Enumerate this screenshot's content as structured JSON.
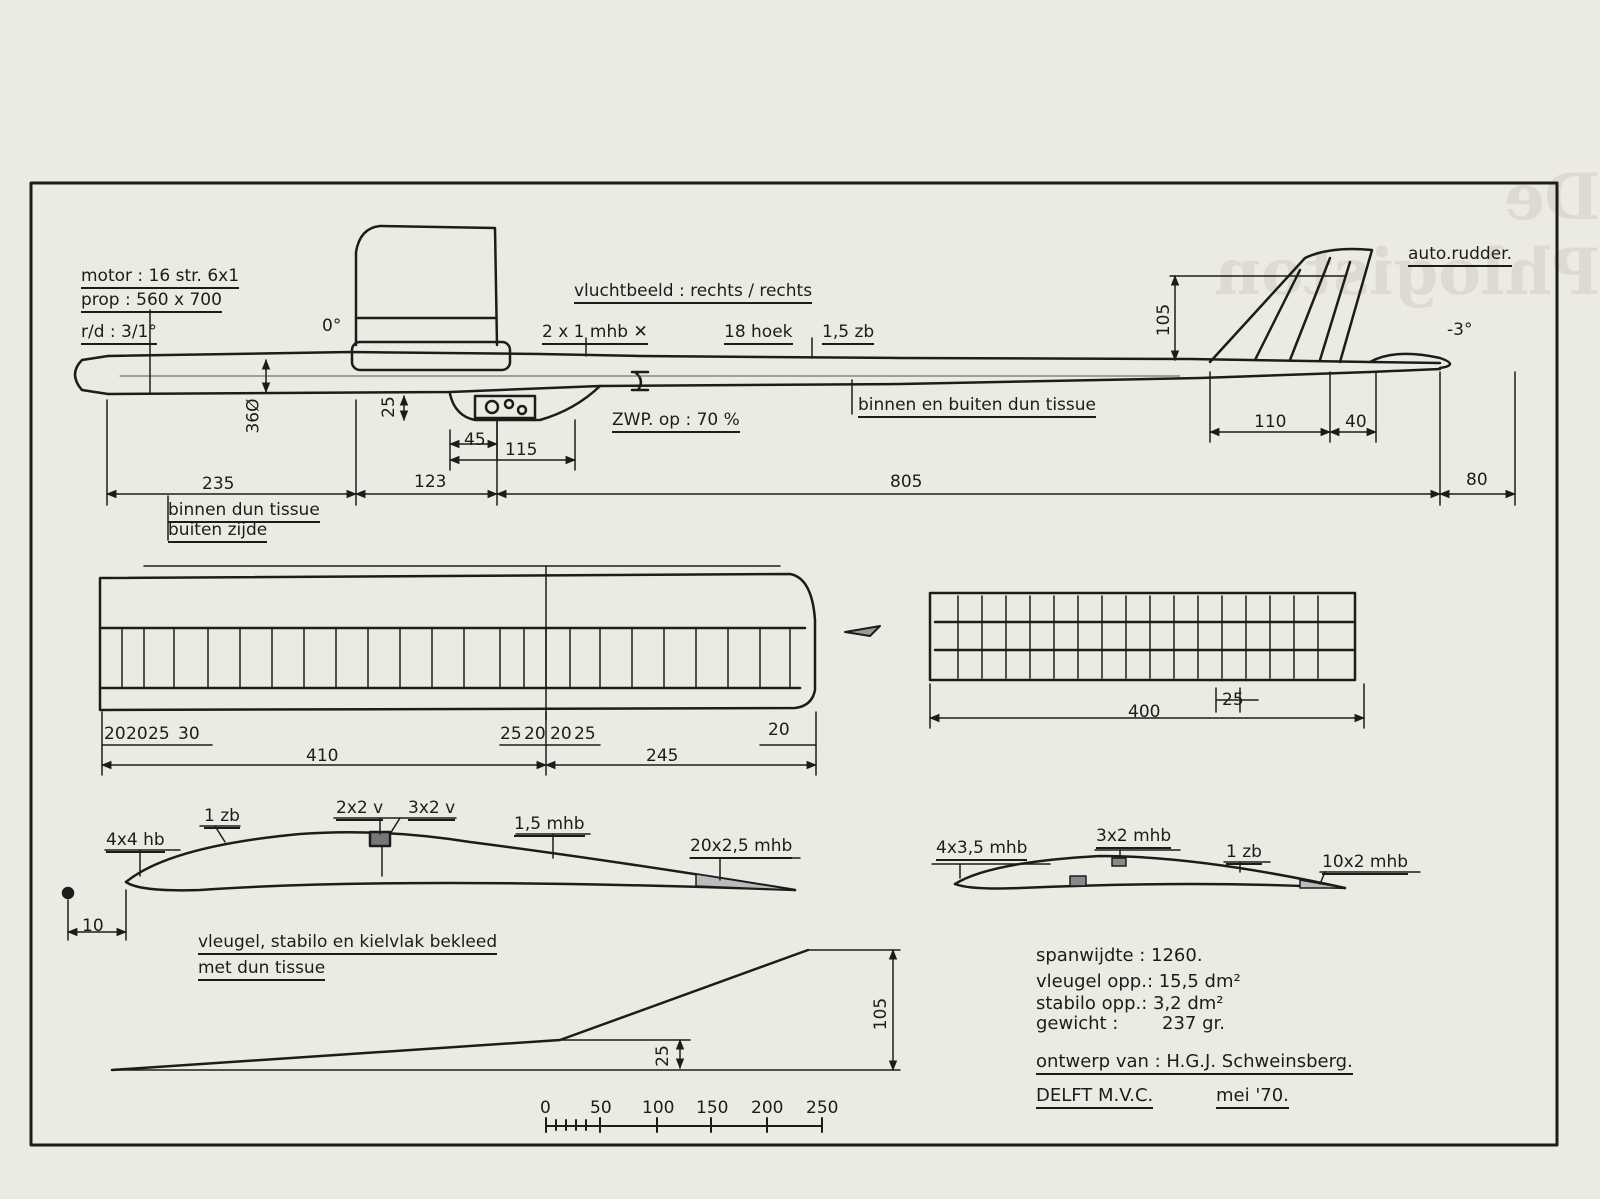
{
  "ghost": {
    "masthead": "De Phlogiston"
  },
  "specs": {
    "motor": "motor : 16 str. 6x1",
    "prop": "prop : 560 x 700",
    "rd": "r/d : 3/1°"
  },
  "side_view": {
    "flight_pattern": "vluchtbeeld : rechts / rechts",
    "auto_rudder": "auto.rudder.",
    "incidence_wing": "0°",
    "incidence_tail": "-3°",
    "spar_2x1": "2 x 1 mhb",
    "spar_18": "18 hoek",
    "spar_15zb": "1,5 zb",
    "covering_fuselage": "binnen en buiten dun tissue",
    "cg": "ZWP. op : 70 %",
    "covering_nose_1": "binnen dun tissue",
    "covering_nose_2": "buiten zijde"
  },
  "dimensions": {
    "d105_fin": "105",
    "d360": "36Ø",
    "d25_pylon": "25",
    "d45": "45",
    "d115": "115",
    "d235": "235",
    "d123": "123",
    "d805": "805",
    "d110": "110",
    "d40": "40",
    "d80": "80",
    "d20a": "20",
    "d20b": "20",
    "d25a": "25",
    "d30": "30",
    "d25b": "25",
    "d20c": "20",
    "d20d": "20",
    "d25c": "25",
    "d20e": "20",
    "d410": "410",
    "d245": "245",
    "d400": "400",
    "d25_stab": "25",
    "d10": "10",
    "d105_dihedral": "105",
    "d25_dihedral": "25"
  },
  "wing_section": {
    "le_spar": "4x4 hb",
    "top_spar": "1 zb",
    "spar_2x2": "2x2 v",
    "spar_3x2": "3x2 v",
    "rib_spar": "1,5 mhb",
    "te": "20x2,5 mhb"
  },
  "stab_section": {
    "le": "4x3,5 mhb",
    "spar": "3x2 mhb",
    "top": "1 zb",
    "te": "10x2 mhb"
  },
  "notes": {
    "covering_1": "vleugel, stabilo en kielvlak  bekleed",
    "covering_2": "met  dun  tissue"
  },
  "data_block": {
    "span": "spanwijdte : 1260.",
    "wing_area": "vleugel opp.: 15,5  dm²",
    "stab_area": "stabilo opp.: 3,2  dm²",
    "weight_label": "gewicht :",
    "weight_value": "237 gr.",
    "designer": "ontwerp  van : H.G.J. Schweinsberg.",
    "club": "DELFT  M.V.C.",
    "date": "mei  '70."
  },
  "scale": {
    "ticks": [
      "0",
      "50",
      "100",
      "150",
      "200",
      "250"
    ]
  }
}
